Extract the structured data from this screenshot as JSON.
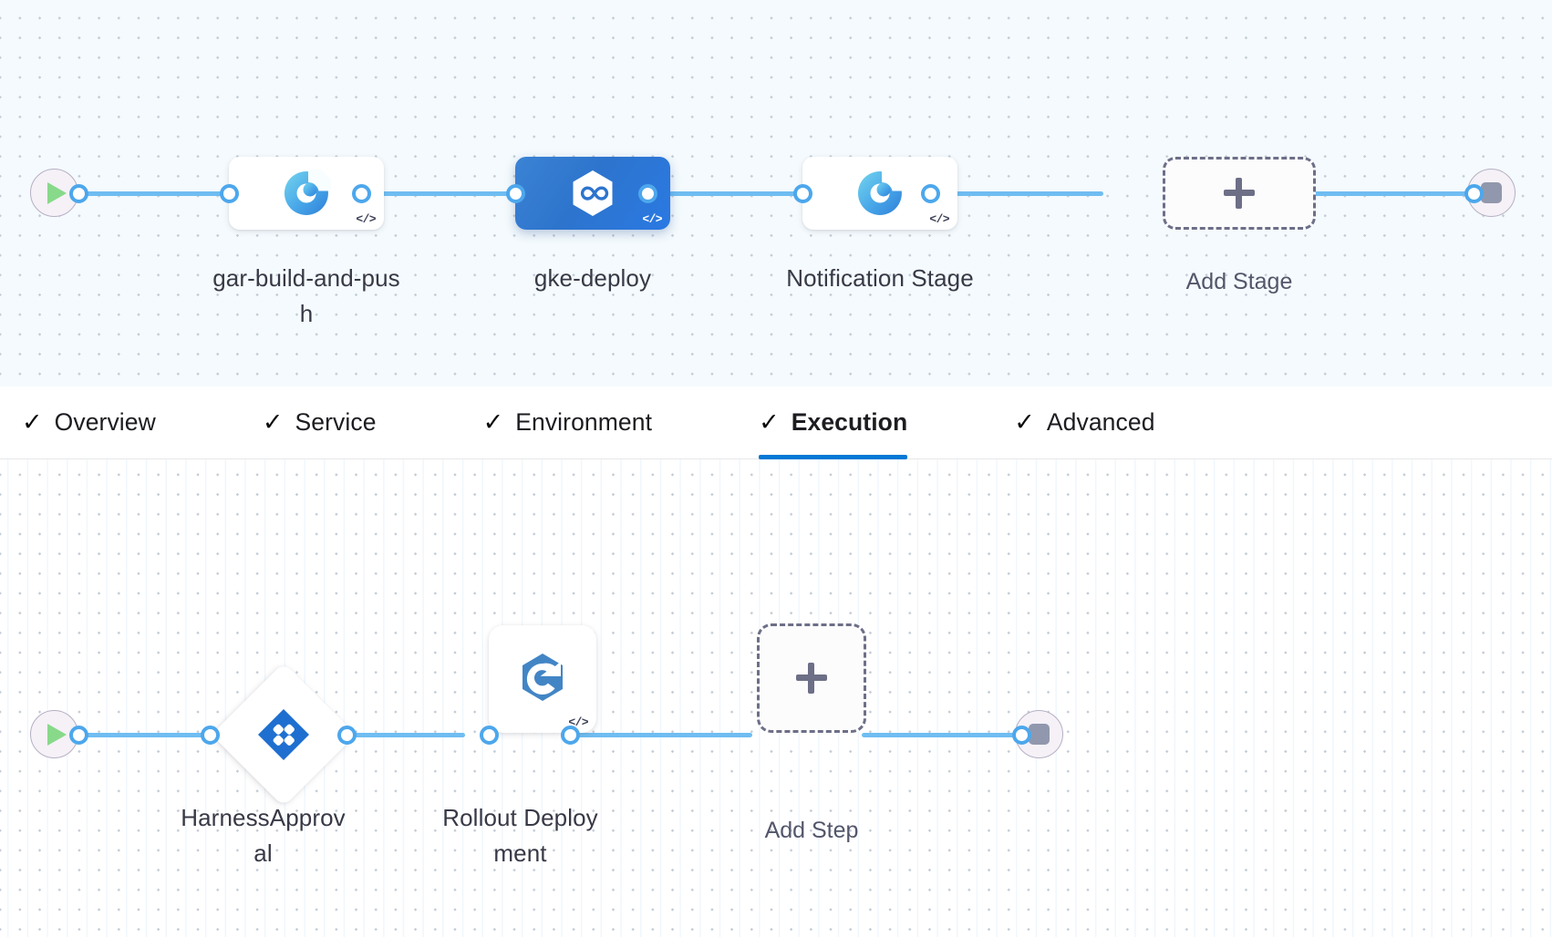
{
  "theme": {
    "canvas_bg": "#f4fafd",
    "step_canvas_bg": "#ffffff",
    "edge_color": "#6fbdf2",
    "port_color": "#4da7ec",
    "accent": "#0278d5",
    "selected_node_bg": "#2d74cd",
    "dashed_border": "#6d6f87",
    "label_color": "#383946",
    "terminal_bg": "#f5f1f7",
    "play_color": "#88d98a",
    "stop_color": "#9198ad"
  },
  "pipeline_graph": {
    "start_node": {
      "name": "pipeline-start",
      "icon": "play-icon"
    },
    "end_node": {
      "name": "pipeline-end",
      "icon": "stop-icon"
    },
    "stages": [
      {
        "label": "gar-build-and-push",
        "icon": "harness-ci-build-icon",
        "selected": false,
        "badge": "</>"
      },
      {
        "label": "gke-deploy",
        "icon": "harness-cd-deploy-icon",
        "selected": true,
        "badge": "</>"
      },
      {
        "label": "Notification Stage",
        "icon": "harness-ci-build-icon",
        "selected": false,
        "badge": "</>"
      }
    ],
    "add_stage": {
      "label": "Add Stage",
      "icon": "plus-icon"
    }
  },
  "tabs": [
    {
      "id": "overview",
      "label": "Overview",
      "check": "✓",
      "active": false
    },
    {
      "id": "service",
      "label": "Service",
      "check": "✓",
      "active": false
    },
    {
      "id": "environment",
      "label": "Environment",
      "check": "✓",
      "active": false
    },
    {
      "id": "execution",
      "label": "Execution",
      "check": "✓",
      "active": true
    },
    {
      "id": "advanced",
      "label": "Advanced",
      "check": "✓",
      "active": false
    }
  ],
  "execution_graph": {
    "start_node": {
      "name": "execution-start",
      "icon": "play-icon"
    },
    "end_node": {
      "name": "execution-end",
      "icon": "stop-icon"
    },
    "steps": [
      {
        "label": "HarnessApproval",
        "icon": "harness-approval-diamond-icon",
        "shape": "diamond",
        "badge": ""
      },
      {
        "label": "Rollout Deployment",
        "icon": "k8s-rollout-icon",
        "shape": "square",
        "badge": "</>"
      }
    ],
    "add_step": {
      "label": "Add Step",
      "icon": "plus-icon"
    }
  }
}
